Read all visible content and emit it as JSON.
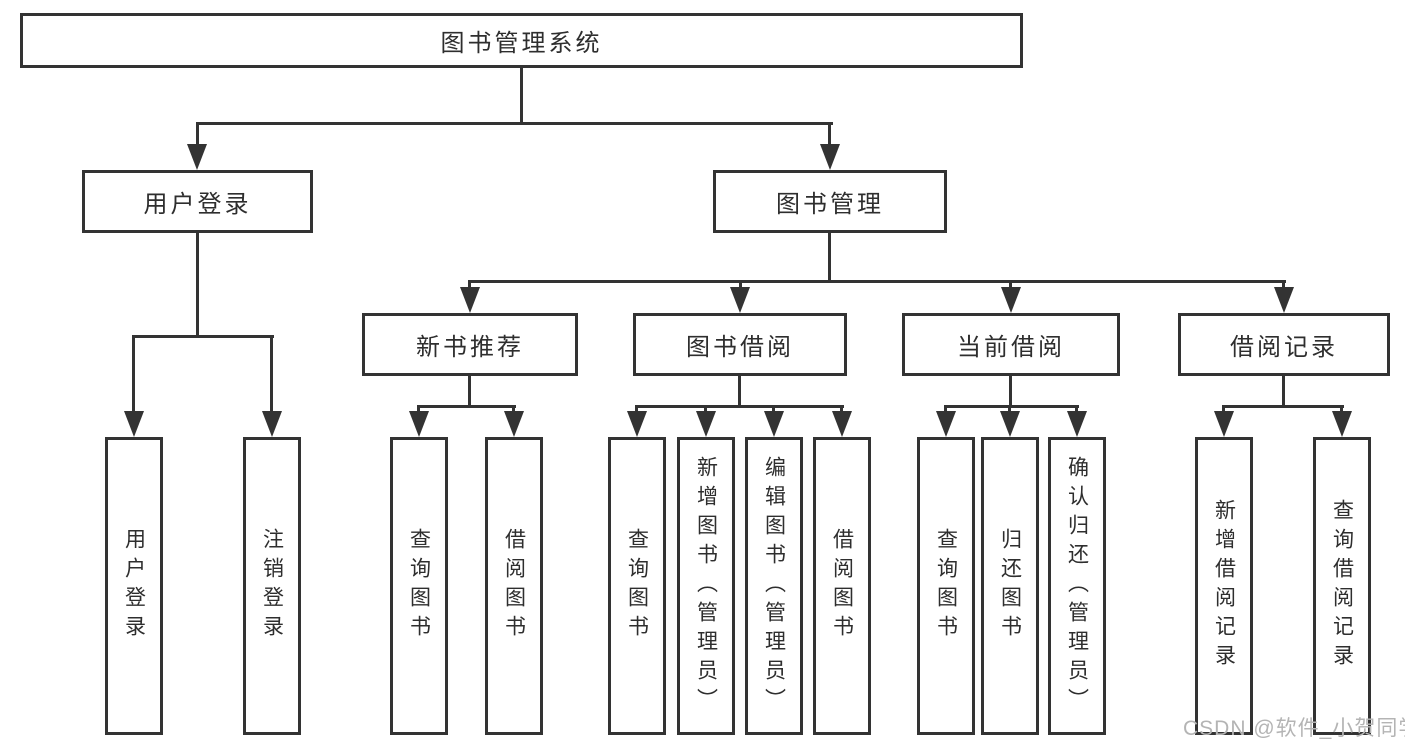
{
  "diagram_title": "图书管理系统",
  "watermark": "CSDN @软件_小贺同学",
  "colors": {
    "line": "#333333",
    "box_border": "#333333",
    "box_background": "#ffffff",
    "text": "#2e2e2e",
    "watermark": "#b4b4b4"
  },
  "nodes": {
    "root": "图书管理系统",
    "user_login": "用户登录",
    "book_mgmt": "图书管理",
    "new_book": "新书推荐",
    "book_borrow": "图书借阅",
    "current_borrow": "当前借阅",
    "borrow_record": "借阅记录",
    "leaf_user_login": "用户登录",
    "leaf_logout": "注销登录",
    "leaf_newbook_query": "查询图书",
    "leaf_newbook_borrow": "借阅图书",
    "leaf_borrow_query": "查询图书",
    "leaf_borrow_add": "新增图书（管理员）",
    "leaf_borrow_edit": "编辑图书（管理员）",
    "leaf_borrow_borrow": "借阅图书",
    "leaf_current_query": "查询图书",
    "leaf_current_return": "归还图书",
    "leaf_current_confirm": "确认归还（管理员）",
    "leaf_record_add": "新增借阅记录",
    "leaf_record_query": "查询借阅记录"
  },
  "hierarchy": {
    "图书管理系统": {
      "用户登录": [
        "用户登录",
        "注销登录"
      ],
      "图书管理": {
        "新书推荐": [
          "查询图书",
          "借阅图书"
        ],
        "图书借阅": [
          "查询图书",
          "新增图书（管理员）",
          "编辑图书（管理员）",
          "借阅图书"
        ],
        "当前借阅": [
          "查询图书",
          "归还图书",
          "确认归还（管理员）"
        ],
        "借阅记录": [
          "新增借阅记录",
          "查询借阅记录"
        ]
      }
    }
  }
}
